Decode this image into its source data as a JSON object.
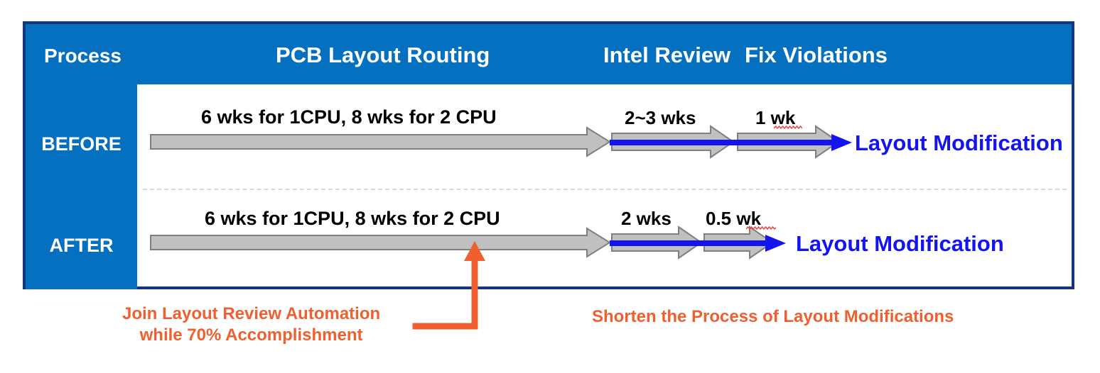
{
  "theme": {
    "frame_border": "#13377a",
    "band_blue": "#0670c0",
    "arrow_gray_fill": "#c0c0c0",
    "arrow_gray_stroke": "#7f7f7f",
    "blue_line": "#1414ef",
    "orange": "#ef5f30",
    "divider_gray": "#d9d9d9",
    "text_black": "#000000",
    "text_white": "#ffffff"
  },
  "header": {
    "process_label": "Process",
    "stages": [
      {
        "label": "PCB Layout Routing"
      },
      {
        "label": "Intel Review"
      },
      {
        "label": "Fix Violations"
      }
    ]
  },
  "rows": [
    {
      "name": "BEFORE",
      "label": "BEFORE",
      "routing_duration": "6 wks for 1CPU, 8 wks for 2 CPU",
      "review_duration": "2~3 wks",
      "fix_duration": "1 wk",
      "fix_duration_spellflag": true,
      "outcome": "Layout Modification"
    },
    {
      "name": "AFTER",
      "label": "AFTER",
      "routing_duration": "6 wks for 1CPU, 8 wks for 2 CPU",
      "review_duration": "2 wks",
      "fix_duration": "0.5 wk",
      "fix_duration_spellflag": true,
      "outcome": "Layout Modification"
    }
  ],
  "callouts": {
    "left_line1": "Join Layout Review Automation",
    "left_line2": "while 70% Accomplishment",
    "right": "Shorten the Process of Layout Modifications"
  }
}
